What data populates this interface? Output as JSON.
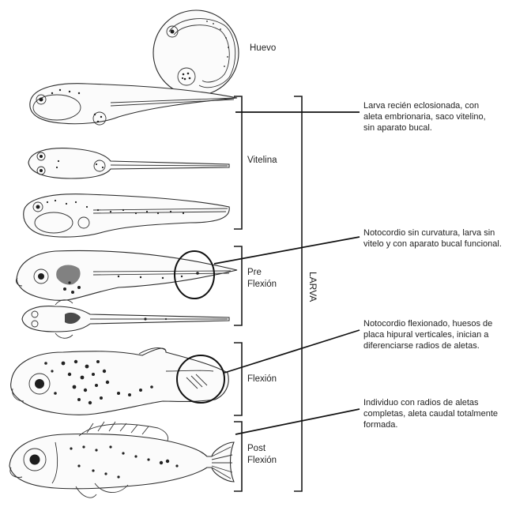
{
  "stages": {
    "huevo": "Huevo",
    "vitelina": "Vitelina",
    "pre_line1": "Pre",
    "pre_line2": "Flexión",
    "flexion": "Flexión",
    "post_line1": "Post",
    "post_line2": "Flexión",
    "larva": "LARVA"
  },
  "descriptions": {
    "vitelina": [
      "Larva recién eclosionada, con",
      "aleta embrionaria, saco vitelino,",
      "sin aparato bucal."
    ],
    "preflexion": [
      "Notocordio sin curvatura, larva sin",
      "vitelo y con aparato bucal funcional."
    ],
    "flexion": [
      "Notocordio flexionado, huesos de",
      "placa hipural verticales, inician a",
      "diferenciarse radios de aletas."
    ],
    "postflexion": [
      "Individuo con radios de aletas",
      "completas, aleta caudal totalmente",
      "formada."
    ]
  }
}
